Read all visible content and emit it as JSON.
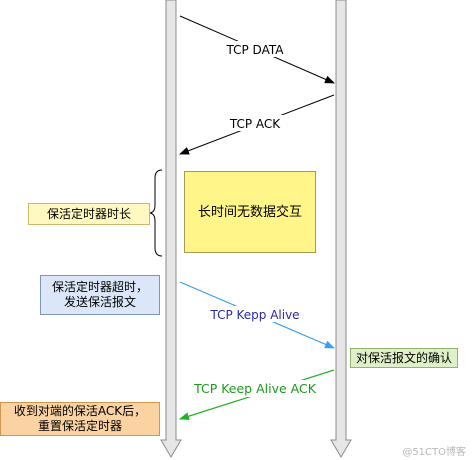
{
  "messages": {
    "tcp_data": "TCP DATA",
    "tcp_ack": "TCP ACK",
    "keep_alive": "TCP Kepp Alive",
    "keep_alive_ack": "TCP Keep Alive ACK"
  },
  "notes": {
    "keepalive_timer": "保活定时器时长",
    "idle": "长时间无数据交互",
    "timeout_line1": "保活定时器超时，",
    "timeout_line2": "发送保活报文",
    "confirm": "对保活报文的确认",
    "reset_line1": "收到对端的保活ACK后，",
    "reset_line2": "重置保活定时器"
  },
  "watermark": "@51CTO博客",
  "colors": {
    "lifeline_fill": "#e6e6e6",
    "lifeline_stroke": "#8c8c8c",
    "data_arrow": "#000000",
    "keep_alive_arrow": "#3a9ff0",
    "keep_alive_ack_arrow": "#21b326",
    "keep_alive_text": "#2a2aa8",
    "keep_alive_ack_text": "#1c9a1c"
  }
}
